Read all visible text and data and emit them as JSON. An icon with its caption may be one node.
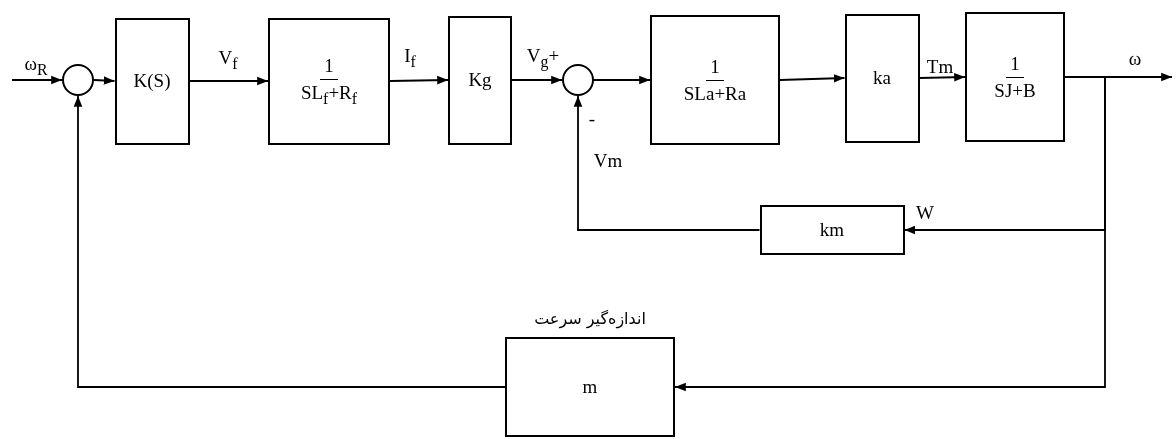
{
  "diagram": {
    "nodes": [
      {
        "text": [],
        "shape": "circle"
      },
      {
        "text": [
          "K(S)"
        ]
      },
      {
        "text": [
          "1",
          "SL$_{f}$+R$_{f}$"
        ]
      },
      {
        "text": [
          "Kg"
        ]
      },
      {
        "text": [],
        "shape": "circle"
      },
      {
        "text": [
          "1",
          "SLa+Ra"
        ]
      },
      {
        "text": [
          "ka"
        ]
      },
      {
        "text": [
          "1",
          "SJ+B"
        ]
      },
      {
        "text": [
          "km"
        ]
      },
      {
        "text": [
          "m"
        ],
        "beside": [
          "اندازه‌گیر سرعت"
        ]
      }
    ],
    "edges": [
      {
        "from": null,
        "to": 0,
        "arrow": "to",
        "label": "ω$_{R}$"
      },
      {
        "from": 0,
        "to": 1,
        "arrow": "to"
      },
      {
        "from": 1,
        "to": 2,
        "arrow": "to",
        "label": "V$_{f}$"
      },
      {
        "from": 2,
        "to": 3,
        "arrow": "to",
        "label": "I$_{f}$"
      },
      {
        "from": 3,
        "to": 4,
        "arrow": "to",
        "label": "V$_{g}$+"
      },
      {
        "from": 4,
        "to": 5,
        "arrow": "to"
      },
      {
        "from": 5,
        "to": 6,
        "arrow": "to"
      },
      {
        "from": 6,
        "to": 7,
        "arrow": "to",
        "label": "Tm"
      },
      {
        "from": 7,
        "to": null,
        "arrow": "to",
        "label": "ω"
      },
      {
        "from": 7,
        "to": 8,
        "arrow": "to",
        "label": "W"
      },
      {
        "from": 8,
        "to": 4,
        "arrow": "to",
        "label": "Vm"
      },
      {
        "from": 7,
        "to": 9,
        "arrow": "to"
      },
      {
        "from": 9,
        "to": 0,
        "arrow": "to"
      }
    ],
    "labels": [
      "-"
    ]
  }
}
